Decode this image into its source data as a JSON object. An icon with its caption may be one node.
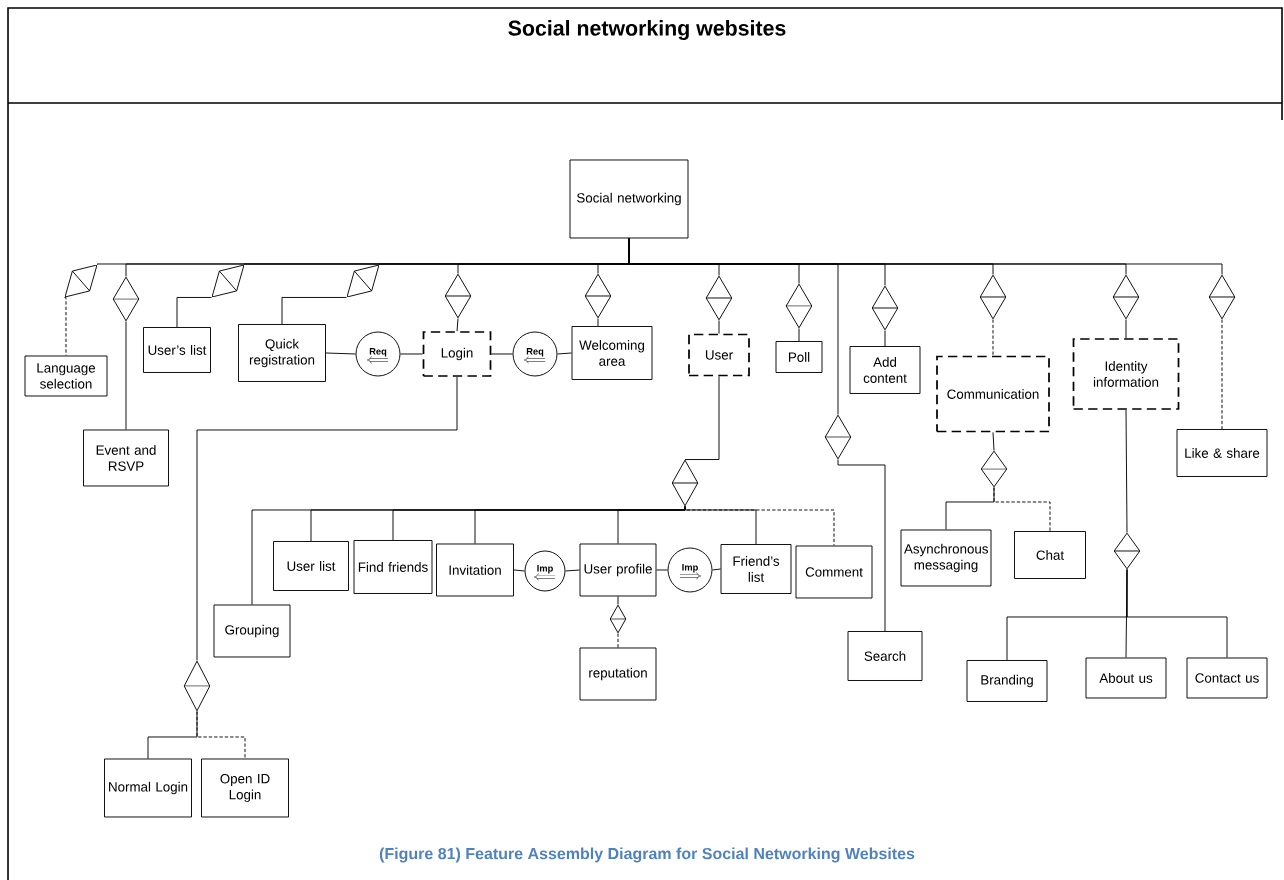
{
  "diagram": {
    "title": "Social networking websites",
    "caption": "(Figure 81) Feature Assembly Diagram for Social Networking Websites",
    "nodes": [
      {
        "text": [
          "Social networking"
        ]
      },
      {
        "text": [
          "Language selection"
        ]
      },
      {
        "text": [
          "Event and RSVP"
        ]
      },
      {
        "text": [
          "User’s list"
        ]
      },
      {
        "text": [
          "Quick registration"
        ]
      },
      {
        "text": [
          "Req"
        ]
      },
      {
        "text": [
          "Login"
        ]
      },
      {
        "text": [
          "Req"
        ]
      },
      {
        "text": [
          "Welcoming area"
        ]
      },
      {
        "text": [
          "User"
        ]
      },
      {
        "text": [
          "Poll"
        ]
      },
      {
        "text": [
          "Add content"
        ]
      },
      {
        "text": [
          "Communication"
        ]
      },
      {
        "text": [
          "Identity information"
        ]
      },
      {
        "text": [
          "Like & share"
        ]
      },
      {
        "text": [
          "Normal Login"
        ]
      },
      {
        "text": [
          "Open ID Login"
        ]
      },
      {
        "text": [
          "Grouping"
        ]
      },
      {
        "text": [
          "User list"
        ]
      },
      {
        "text": [
          "Find friends"
        ]
      },
      {
        "text": [
          "Invitation"
        ]
      },
      {
        "text": [
          "Imp"
        ]
      },
      {
        "text": [
          "User profile"
        ]
      },
      {
        "text": [
          "Imp"
        ]
      },
      {
        "text": [
          "Friend’s list"
        ]
      },
      {
        "text": [
          "Comment"
        ]
      },
      {
        "text": [
          "reputation"
        ]
      },
      {
        "text": [
          "Search"
        ]
      },
      {
        "text": [
          "Asynchronous messaging"
        ]
      },
      {
        "text": [
          "Chat"
        ]
      },
      {
        "text": [
          "Branding"
        ]
      },
      {
        "text": [
          "About us"
        ]
      },
      {
        "text": [
          "Contact us"
        ]
      },
      {
        "text": [],
        "shape": "diamond"
      },
      {
        "text": [],
        "shape": "diamond"
      },
      {
        "text": [],
        "shape": "diamond"
      },
      {
        "text": [],
        "shape": "diamond"
      },
      {
        "text": [],
        "shape": "diamond"
      },
      {
        "text": [],
        "shape": "diamond"
      },
      {
        "text": [],
        "shape": "diamond"
      },
      {
        "text": [],
        "shape": "diamond"
      },
      {
        "text": [],
        "shape": "diamond"
      },
      {
        "text": [],
        "shape": "diamond"
      },
      {
        "text": [],
        "shape": "diamond"
      },
      {
        "text": [],
        "shape": "diamond"
      },
      {
        "text": [],
        "shape": "diamond"
      },
      {
        "text": [],
        "shape": "diamond"
      },
      {
        "text": [],
        "shape": "diamond"
      },
      {
        "text": [],
        "shape": "diamond"
      },
      {
        "text": [],
        "shape": "diamond"
      },
      {
        "text": [],
        "shape": "diamond"
      }
    ],
    "edges": [
      {
        "from": 0,
        "to": 33,
        "arrow": "none"
      },
      {
        "from": 0,
        "to": 34,
        "arrow": "none"
      },
      {
        "from": 0,
        "to": 35,
        "arrow": "none"
      },
      {
        "from": 0,
        "to": 36,
        "arrow": "none"
      },
      {
        "from": 0,
        "to": 37,
        "arrow": "none"
      },
      {
        "from": 0,
        "to": 38,
        "arrow": "none"
      },
      {
        "from": 0,
        "to": 39,
        "arrow": "none"
      },
      {
        "from": 0,
        "to": 40,
        "arrow": "none"
      },
      {
        "from": 0,
        "to": 41,
        "arrow": "none"
      },
      {
        "from": 0,
        "to": 42,
        "arrow": "none"
      },
      {
        "from": 0,
        "to": 43,
        "arrow": "none"
      },
      {
        "from": 0,
        "to": 44,
        "arrow": "none"
      },
      {
        "from": 0,
        "to": 45,
        "arrow": "none"
      },
      {
        "from": 33,
        "to": 1,
        "arrow": "none",
        "style": "dashed"
      },
      {
        "from": 34,
        "to": 2,
        "arrow": "none"
      },
      {
        "from": 35,
        "to": 3,
        "arrow": "none"
      },
      {
        "from": 36,
        "to": 4,
        "arrow": "none"
      },
      {
        "from": 37,
        "to": 6,
        "arrow": "none"
      },
      {
        "from": 38,
        "to": 8,
        "arrow": "none"
      },
      {
        "from": 39,
        "to": 9,
        "arrow": "none"
      },
      {
        "from": 40,
        "to": 10,
        "arrow": "none"
      },
      {
        "from": 41,
        "to": 27,
        "arrow": "none"
      },
      {
        "from": 42,
        "to": 11,
        "arrow": "none"
      },
      {
        "from": 43,
        "to": 12,
        "arrow": "none",
        "style": "dashed"
      },
      {
        "from": 44,
        "to": 13,
        "arrow": "none"
      },
      {
        "from": 45,
        "to": 14,
        "arrow": "none",
        "style": "dashed"
      },
      {
        "from": 4,
        "to": 5,
        "arrow": "none"
      },
      {
        "from": 5,
        "to": 6,
        "arrow": "none"
      },
      {
        "from": 6,
        "to": 7,
        "arrow": "none"
      },
      {
        "from": 7,
        "to": 8,
        "arrow": "none"
      },
      {
        "from": 6,
        "to": 47,
        "arrow": "none"
      },
      {
        "from": 47,
        "to": 15,
        "arrow": "none"
      },
      {
        "from": 47,
        "to": 16,
        "arrow": "none",
        "style": "dashed"
      },
      {
        "from": 9,
        "to": 46,
        "arrow": "none"
      },
      {
        "from": 46,
        "to": 17,
        "arrow": "none"
      },
      {
        "from": 46,
        "to": 18,
        "arrow": "none"
      },
      {
        "from": 46,
        "to": 19,
        "arrow": "none"
      },
      {
        "from": 46,
        "to": 20,
        "arrow": "none"
      },
      {
        "from": 46,
        "to": 22,
        "arrow": "none"
      },
      {
        "from": 46,
        "to": 24,
        "arrow": "none"
      },
      {
        "from": 46,
        "to": 25,
        "arrow": "none",
        "style": "dashed"
      },
      {
        "from": 20,
        "to": 21,
        "arrow": "none"
      },
      {
        "from": 21,
        "to": 22,
        "arrow": "none"
      },
      {
        "from": 22,
        "to": 23,
        "arrow": "none"
      },
      {
        "from": 23,
        "to": 24,
        "arrow": "none"
      },
      {
        "from": 22,
        "to": 48,
        "arrow": "none"
      },
      {
        "from": 48,
        "to": 26,
        "arrow": "none",
        "style": "dashed"
      },
      {
        "from": 12,
        "to": 49,
        "arrow": "none"
      },
      {
        "from": 49,
        "to": 28,
        "arrow": "none"
      },
      {
        "from": 49,
        "to": 29,
        "arrow": "none",
        "style": "dashed"
      },
      {
        "from": 13,
        "to": 50,
        "arrow": "none"
      },
      {
        "from": 50,
        "to": 30,
        "arrow": "none"
      },
      {
        "from": 50,
        "to": 31,
        "arrow": "none"
      },
      {
        "from": 50,
        "to": 32,
        "arrow": "none"
      }
    ]
  }
}
